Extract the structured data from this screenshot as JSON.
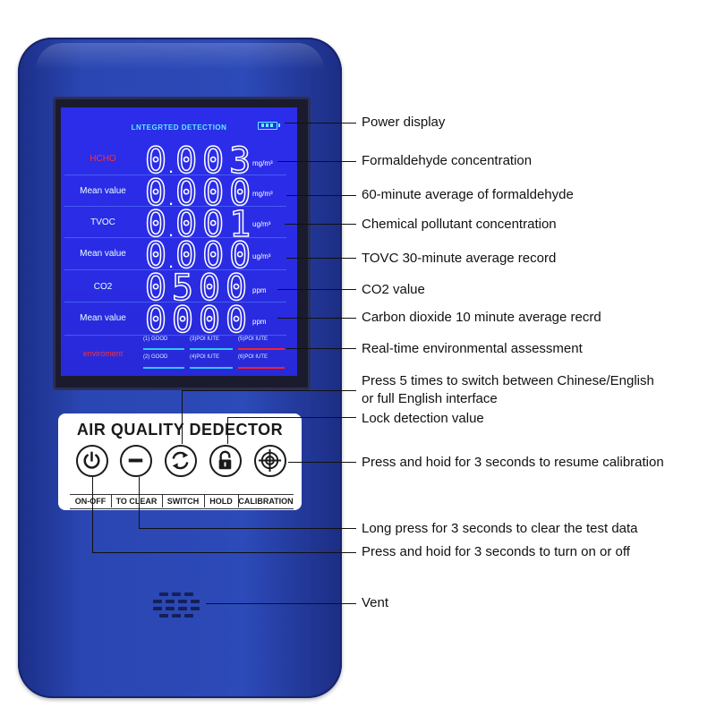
{
  "device": {
    "screen_title": "LNTEGRTED DETECTION",
    "panel_title": "AIR QUALITY DEDECTOR",
    "rows": [
      {
        "label": "HCHO",
        "digits": "0.003",
        "unit": "mg/m³",
        "label_color": "#ff3030"
      },
      {
        "label": "Mean value",
        "digits": "0.000",
        "unit": "mg/m³",
        "label_color": "#eaffff"
      },
      {
        "label": "TVOC",
        "digits": "0.001",
        "unit": "ug/m³",
        "label_color": "#eaffff"
      },
      {
        "label": "Mean value",
        "digits": "0.000",
        "unit": "ug/m³",
        "label_color": "#eaffff"
      },
      {
        "label": "CO2",
        "digits": "0500",
        "unit": "ppm",
        "label_color": "#eaffff"
      },
      {
        "label": "Mean value",
        "digits": "0000",
        "unit": "ppm",
        "label_color": "#eaffff"
      }
    ],
    "environment": {
      "label": "enviroment",
      "items": [
        "(1) GOOD",
        "(3)POI IUTE",
        "(5)POI IUTE",
        "(2) GOOD",
        "(4)POI IUTE",
        "(6)POI IUTE"
      ],
      "bar_colors": [
        "#33c6ff",
        "#33c6ff",
        "#ff2020",
        "#33c6ff",
        "#33c6ff",
        "#ff2020"
      ]
    },
    "buttons": [
      {
        "label": "ON-OFF",
        "icon": "power-icon"
      },
      {
        "label": "TO CLEAR",
        "icon": "minus-icon"
      },
      {
        "label": "SWITCH",
        "icon": "switch-arrows-icon"
      },
      {
        "label": "HOLD",
        "icon": "lock-icon"
      },
      {
        "label": "CALIBRATION",
        "icon": "target-icon"
      }
    ],
    "colors": {
      "body": "#2a46b2",
      "screen": "#2a2ce4",
      "digit": "#ffffff",
      "screen_text": "#5ef0ff"
    }
  },
  "callouts": {
    "power_display": "Power display",
    "formaldehyde": "Formaldehyde concentration",
    "formaldehyde_avg": "60-minute average of formaldehyde",
    "chemical": "Chemical pollutant concentration",
    "tovc_avg": "TOVC 30-minute average record",
    "co2": "CO2 value",
    "co2_avg": "Carbon dioxide 10 minute average recrd",
    "environment": "Real-time environmental assessment",
    "switch_line1": "Press 5 times to switch between Chinese/English",
    "switch_line2": "or full English interface",
    "lock": "Lock detection value",
    "calibration": "Press and hoid for 3 seconds to resume calibration",
    "clear": "Long press for 3 seconds to clear the test data",
    "power": "Press and hoid for 3 seconds to turn on or off",
    "vent": "Vent"
  }
}
